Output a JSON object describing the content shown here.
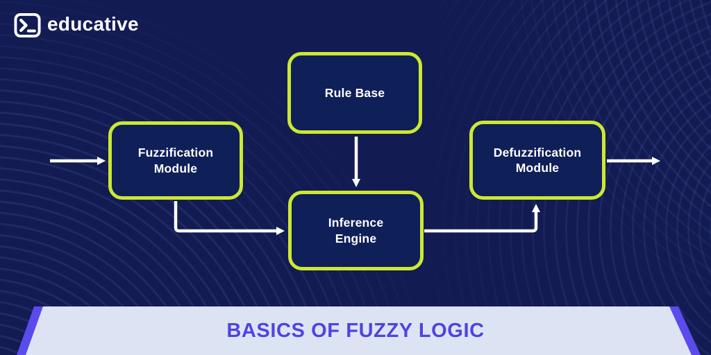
{
  "brand": {
    "name": "educative",
    "logo_icon": "terminal-prompt-icon"
  },
  "diagram": {
    "nodes": {
      "rule_base": {
        "label": "Rule Base"
      },
      "fuzzification": {
        "label": "Fuzzification\nModule"
      },
      "inference": {
        "label": "Inference\nEngine"
      },
      "defuzzification": {
        "label": "Defuzzification\nModule"
      }
    },
    "edges": [
      {
        "from": "input",
        "to": "fuzzification"
      },
      {
        "from": "rule_base",
        "to": "inference"
      },
      {
        "from": "fuzzification",
        "to": "inference"
      },
      {
        "from": "inference",
        "to": "defuzzification"
      },
      {
        "from": "defuzzification",
        "to": "output"
      }
    ]
  },
  "banner": {
    "title": "BASICS OF FUZZY LOGIC"
  },
  "colors": {
    "background": "#121b52",
    "node_fill": "#0f1f58",
    "node_border": "#cde831",
    "arrow": "#ffffff",
    "banner_fill": "#dce4f3",
    "banner_stripe": "#5b4bec",
    "banner_text": "#4f43e3",
    "logo_text": "#ffffff"
  }
}
